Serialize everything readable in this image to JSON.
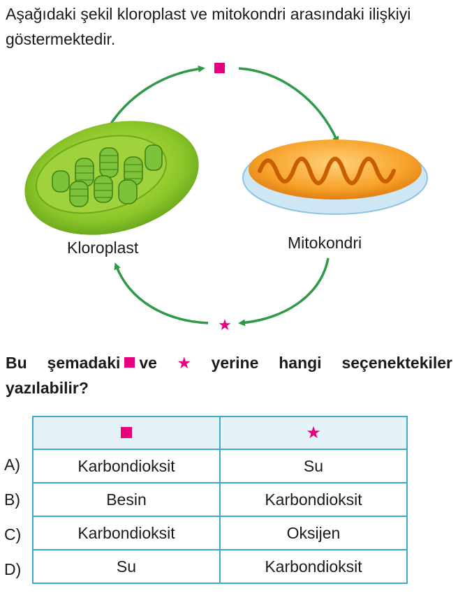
{
  "intro_text": "Aşağıdaki şekil kloroplast ve mitokondri arasındaki ilişkiyi göstermektedir.",
  "diagram": {
    "left_label": "Kloroplast",
    "right_label": "Mitokondri",
    "top_symbol": "square",
    "bottom_symbol": "★",
    "arrow_color": "#2e9a48",
    "symbol_color": "#e6007e"
  },
  "question": {
    "part1": "Bu şemadaki",
    "part2": "ve",
    "star": "★",
    "part3": "yerine hangi seçenektekiler yazılabilir?"
  },
  "table": {
    "header_star": "★",
    "options": [
      {
        "letter": "A)",
        "col1": "Karbondioksit",
        "col2": "Su"
      },
      {
        "letter": "B)",
        "col1": "Besin",
        "col2": "Karbondioksit"
      },
      {
        "letter": "C)",
        "col1": "Karbondioksit",
        "col2": "Oksijen"
      },
      {
        "letter": "D)",
        "col1": "Su",
        "col2": "Karbondioksit"
      }
    ]
  }
}
